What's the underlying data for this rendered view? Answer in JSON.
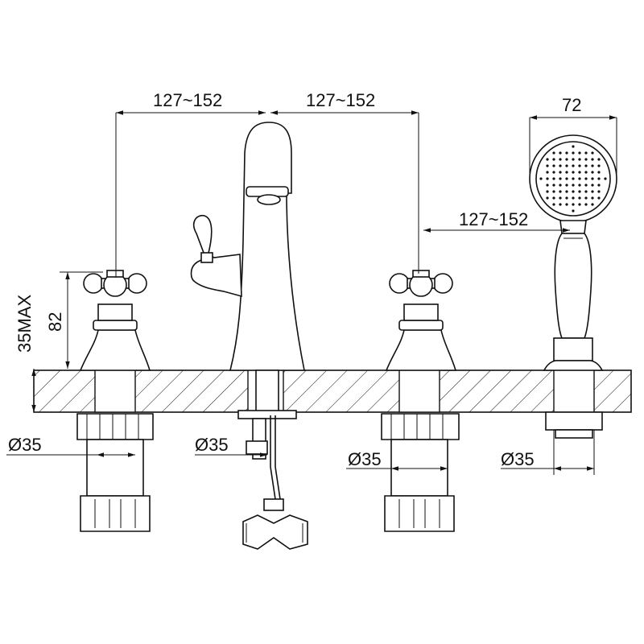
{
  "dimensions": {
    "top_left_spread": "127~152",
    "top_right_spread": "127~152",
    "handshower_spread": "127~152",
    "handshower_width": "72",
    "handle_height": "82",
    "deck_thickness": "35MAX",
    "hole_left": "Ø35",
    "hole_spout": "Ø35",
    "hole_right": "Ø35",
    "hole_handshower": "Ø35"
  }
}
